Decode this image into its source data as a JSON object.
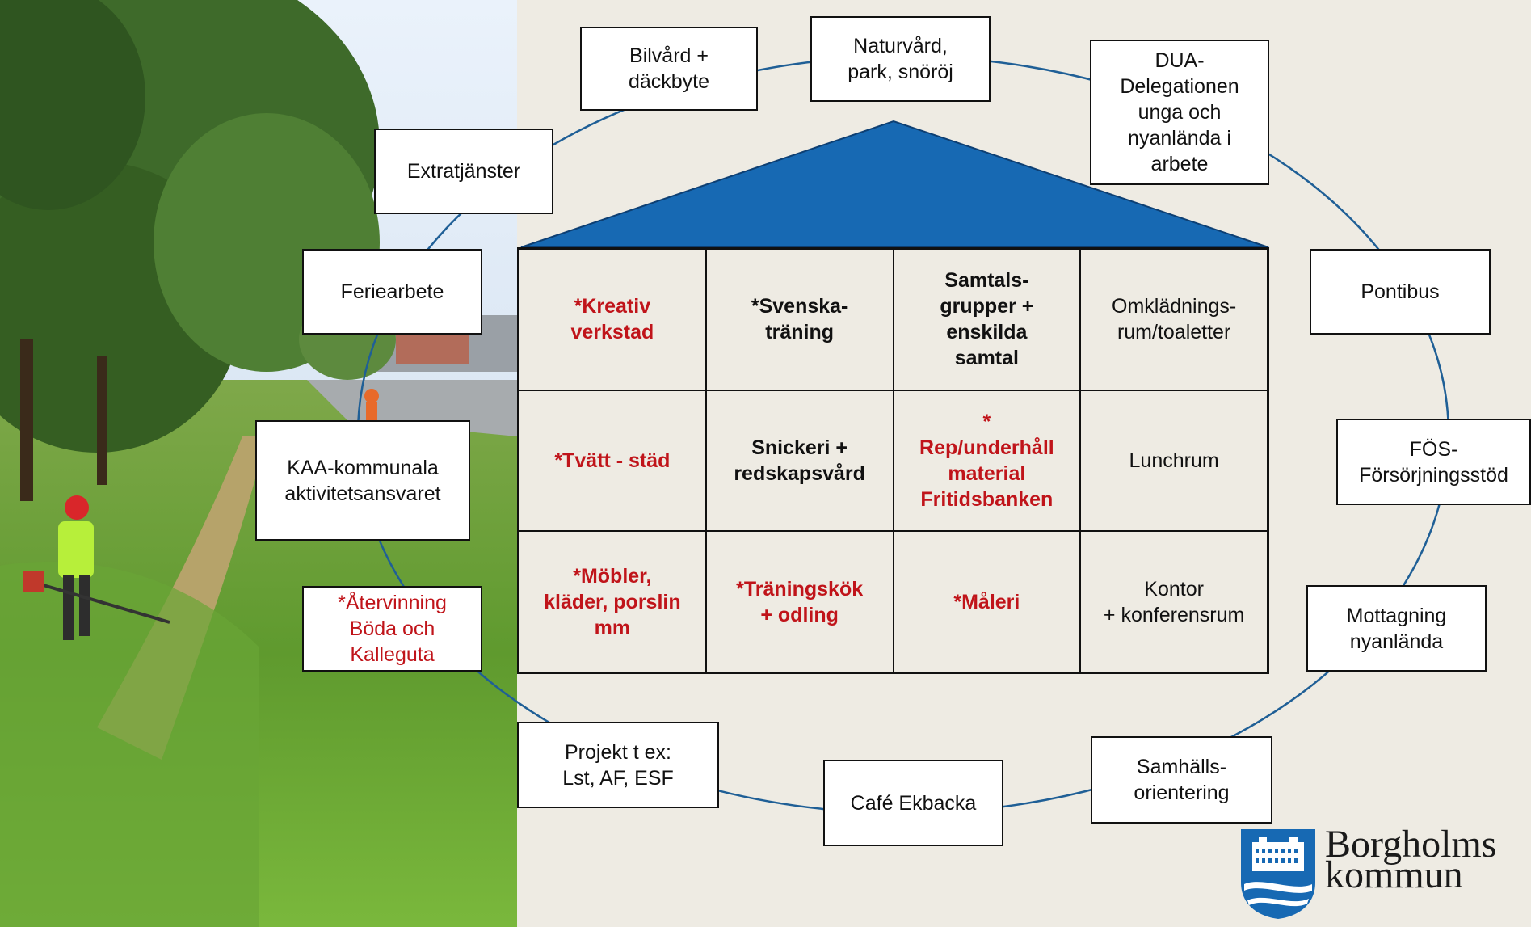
{
  "outer_items": [
    {
      "id": "bilvard",
      "text": "Bilvård +\ndäckbyte",
      "red": false
    },
    {
      "id": "naturvard",
      "text": "Naturvård,\npark, snöröj",
      "red": false
    },
    {
      "id": "dua",
      "text": "DUA-\nDelegationen\nunga och\nnyanlända i\narbete",
      "red": false
    },
    {
      "id": "extratjanster",
      "text": "Extratjänster",
      "red": false
    },
    {
      "id": "feriearbete",
      "text": "Feriearbete",
      "red": false
    },
    {
      "id": "pontibus",
      "text": "Pontibus",
      "red": false
    },
    {
      "id": "kaa",
      "text": "KAA-kommunala\naktivitetsansvaret",
      "red": false
    },
    {
      "id": "fos",
      "text": "FÖS-\nFörsörjningsstöd",
      "red": false
    },
    {
      "id": "atervinning",
      "text": "*Återvinning\nBöda och\nKalleguta",
      "red": true
    },
    {
      "id": "mottagning",
      "text": "Mottagning\nnyanlända",
      "red": false
    },
    {
      "id": "projekt",
      "text": "Projekt t ex:\nLst, AF, ESF",
      "red": false
    },
    {
      "id": "samhalls",
      "text": "Samhälls-\norientering",
      "red": false
    },
    {
      "id": "cafe",
      "text": "Café Ekbacka",
      "red": false
    }
  ],
  "house_cells": [
    {
      "text": "*Kreativ\nverkstad",
      "bold": true,
      "red": true
    },
    {
      "text": "*Svenska-\nträning",
      "bold": true,
      "red": false
    },
    {
      "text": "Samtals-\ngrupper +\nenskilda\nsamtal",
      "bold": true,
      "red": false
    },
    {
      "text": "Omklädnings-\nrum/toaletter",
      "bold": false,
      "red": false
    },
    {
      "text": "*Tvätt - städ",
      "bold": true,
      "red": true
    },
    {
      "text": "Snickeri +\nredskapsvård",
      "bold": true,
      "red": false
    },
    {
      "text": "*\nRep/underhåll\nmaterial\nFritidsbanken",
      "bold": true,
      "red": true
    },
    {
      "text": "Lunchrum",
      "bold": false,
      "red": false
    },
    {
      "text": "*Möbler,\nkläder, porslin\nmm",
      "bold": true,
      "red": true
    },
    {
      "text": "*Träningskök\n+ odling",
      "bold": true,
      "red": true
    },
    {
      "text": "*Måleri",
      "bold": true,
      "red": true
    },
    {
      "text": "Kontor\n+ konferensrum",
      "bold": false,
      "red": false
    }
  ],
  "logo": {
    "line1": "Borgholms",
    "line2": "kommun"
  },
  "colors": {
    "roof": "#1769b3",
    "ring": "#1f5f96",
    "red_text": "#c0141a",
    "background": "#eeebe3"
  }
}
